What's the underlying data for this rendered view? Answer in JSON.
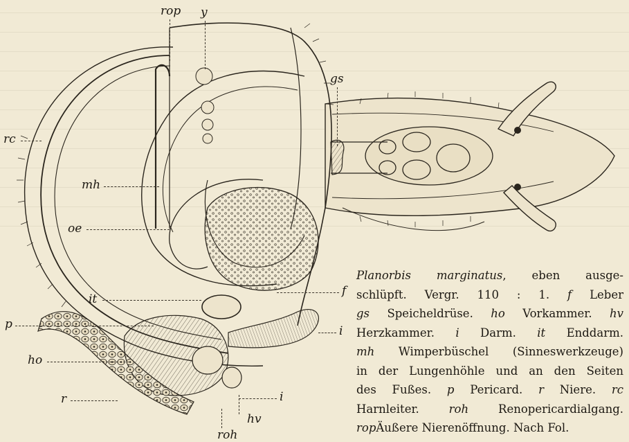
{
  "labels": {
    "rop": "rop",
    "y": "y",
    "gs": "gs",
    "rc": "rc",
    "mh": "mh",
    "oe": "oe",
    "it": "it",
    "f": "f",
    "p": "p",
    "i_upper": "i",
    "ho": "ho",
    "r": "r",
    "i_lower": "i",
    "hv": "hv",
    "roh": "roh"
  },
  "caption": {
    "species": "Planorbis marginatus",
    "line1_rest": ", eben ausge-",
    "line2_a": "schlüpft.  Vergr. 110 : 1.",
    "f_key": "f",
    "f_text": "Leber",
    "gs_key": "gs",
    "gs_text": "Speicheldrüse.",
    "ho_key": "ho",
    "ho_text": "Vorkammer.",
    "hv_key": "hv",
    "hv_text": "Herzkammer.",
    "i_key": "i",
    "i_text": "Darm.",
    "it_key": "it",
    "it_text": "Enddarm.",
    "mh_key": "mh",
    "mh_text": "Wimperbüschel (Sinneswerkzeuge)",
    "line6": "in der Lungenhöhle und an den Seiten",
    "line7_a": "des Fußes.",
    "p_key": "p",
    "p_text": "Pericard.",
    "r_key": "r",
    "r_text": "Niere.",
    "rc_key": "rc",
    "line8_a": "Harnleiter.",
    "roh_key": "roh",
    "roh_text": "Renopericardialgang.",
    "rop_key": "rop",
    "rop_text": "Äußere Nierenöffnung. Nach Fol."
  }
}
